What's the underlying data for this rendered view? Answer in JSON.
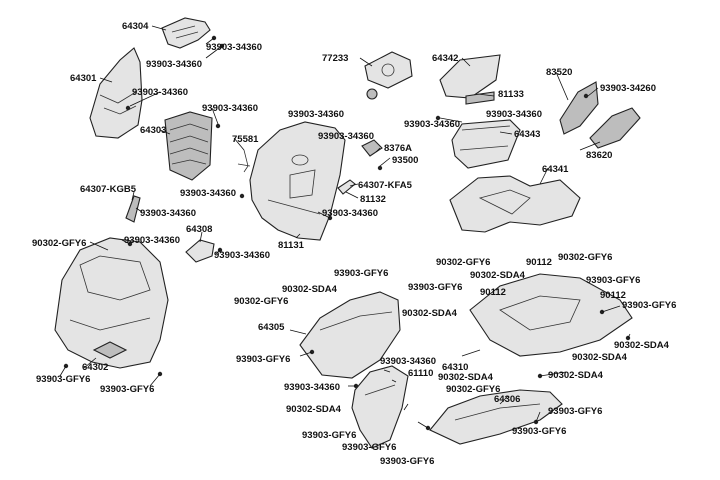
{
  "labels": {
    "p64304": "64304",
    "p64301": "64301",
    "p64303": "64303",
    "p64307kgb5": "64307-KGB5",
    "p75581": "75581",
    "p77233": "77233",
    "p64342": "64342",
    "p81133": "81133",
    "p83520": "83520",
    "p83620": "83620",
    "p64343": "64343",
    "p8376a": "8376A",
    "p93500": "93500",
    "p64307kfa5": "64307-KFA5",
    "p81132": "81132",
    "p81131": "81131",
    "p64308": "64308",
    "p64341": "64341",
    "p64302": "64302",
    "p64305": "64305",
    "p64310": "64310",
    "p61110": "61110",
    "p64306": "64306",
    "p90112": "90112",
    "screw_34360": "93903-34360",
    "screw_34260": "93903-34260",
    "screw_gfy6": "93903-GFY6",
    "bolt_gfy6": "90302-GFY6",
    "bolt_sda4": "90302-SDA4"
  }
}
